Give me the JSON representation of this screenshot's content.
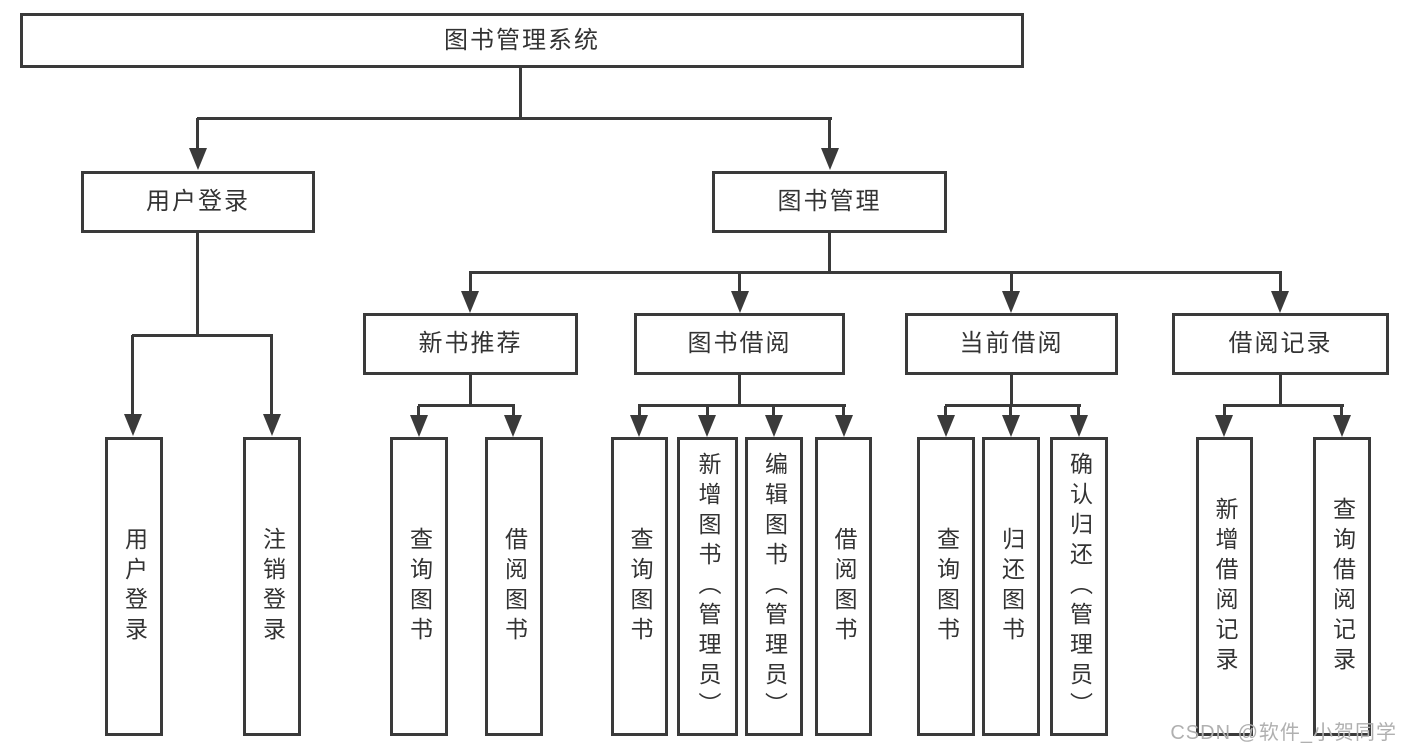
{
  "diagram_title": "图书管理系统",
  "tree": {
    "label": "图书管理系统",
    "children": [
      {
        "label": "用户登录",
        "children": [
          {
            "label": "用户登录"
          },
          {
            "label": "注销登录"
          }
        ]
      },
      {
        "label": "图书管理",
        "children": [
          {
            "label": "新书推荐",
            "children": [
              {
                "label": "查询图书"
              },
              {
                "label": "借阅图书"
              }
            ]
          },
          {
            "label": "图书借阅",
            "children": [
              {
                "label": "查询图书"
              },
              {
                "label": "新增图书（管理员）"
              },
              {
                "label": "编辑图书（管理员）"
              },
              {
                "label": "借阅图书"
              }
            ]
          },
          {
            "label": "当前借阅",
            "children": [
              {
                "label": "查询图书"
              },
              {
                "label": "归还图书"
              },
              {
                "label": "确认归还（管理员）"
              }
            ]
          },
          {
            "label": "借阅记录",
            "children": [
              {
                "label": "新增借阅记录"
              },
              {
                "label": "查询借阅记录"
              }
            ]
          }
        ]
      }
    ]
  },
  "watermark": {
    "text": "CSDN @软件_小贺同学"
  },
  "colors": {
    "line": "#3a3a3a",
    "text": "#333333",
    "watermark": "#b0b0b0",
    "background": "#ffffff"
  }
}
